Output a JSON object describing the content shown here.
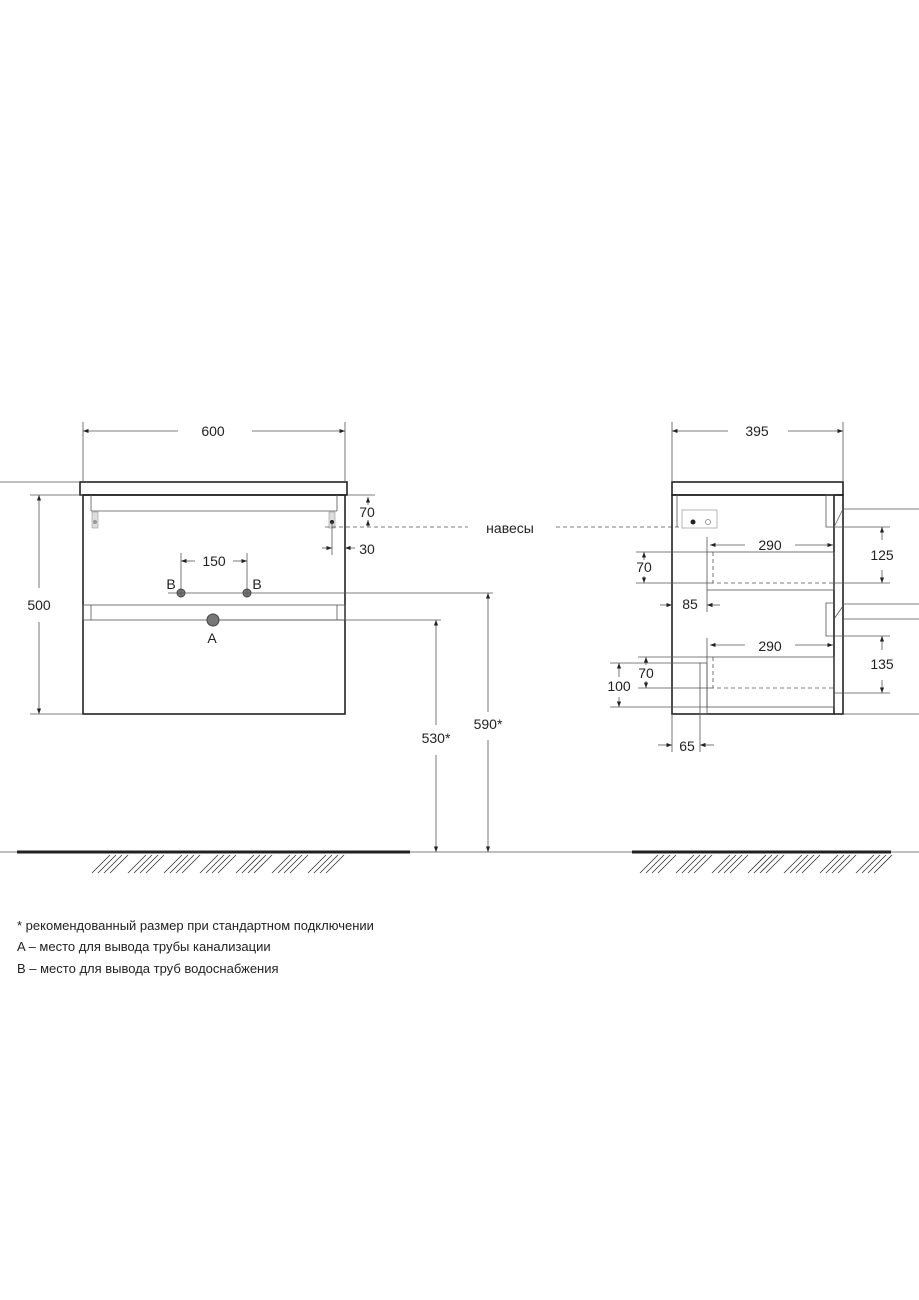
{
  "front_view": {
    "width_dim": "600",
    "height_dim": "500",
    "hinge_offset_v": "70",
    "hinge_offset_h": "30",
    "pipe_spacing": "150",
    "pipe_b_left": "B",
    "pipe_b_right": "B",
    "pipe_a": "A",
    "drain_height": "530*",
    "supply_height": "590*"
  },
  "hinge_label": "навесы",
  "side_view": {
    "depth_dim": "395",
    "drawer_top_depth": "290",
    "drawer_bottom_depth": "290",
    "drawer_top_height": "70",
    "drawer_bottom_height": "70",
    "offset_back": "85",
    "offset_foot": "65",
    "foot_height": "100",
    "handle_top_gap": "125",
    "handle_bottom_gap": "135"
  },
  "notes": [
    "* рекомендованный размер при стандартном подключении",
    "A – место для вывода трубы канализации",
    "B – место для вывода труб водоснабжения"
  ]
}
